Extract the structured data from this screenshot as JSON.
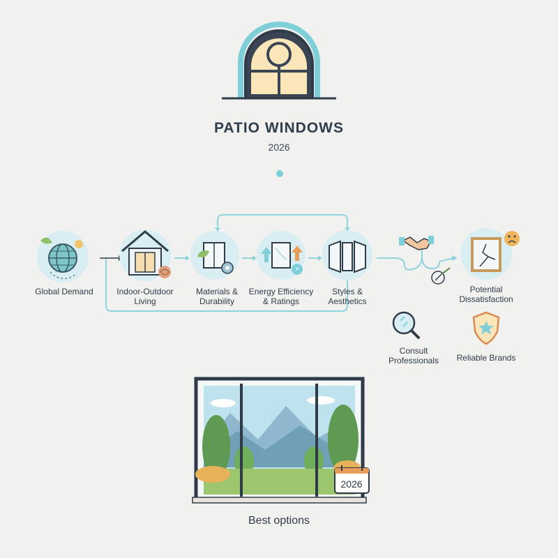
{
  "header": {
    "title": "PATIO WINDOWS",
    "year": "2026"
  },
  "flow": {
    "steps": [
      {
        "label": "Global Demand"
      },
      {
        "label": "Indoor-Outdoor\nLiving"
      },
      {
        "label": "Materials &\nDurability"
      },
      {
        "label": "Energy Efficiency\n& Ratings"
      },
      {
        "label": "Styles &\nAesthetics"
      }
    ],
    "outcome": {
      "label": "Potential\nDissatisfaction"
    },
    "actions": [
      {
        "label": "Consult\nProfessionals"
      },
      {
        "label": "Reliable Brands"
      }
    ]
  },
  "result": {
    "calendar_year": "2026",
    "label": "Best options"
  },
  "colors": {
    "background": "#f1f1f0",
    "accent_teal": "#7fcfd9",
    "circle_fill": "#d8eef3",
    "frame_dark": "#2f3b48",
    "wood": "#c79a5a"
  }
}
